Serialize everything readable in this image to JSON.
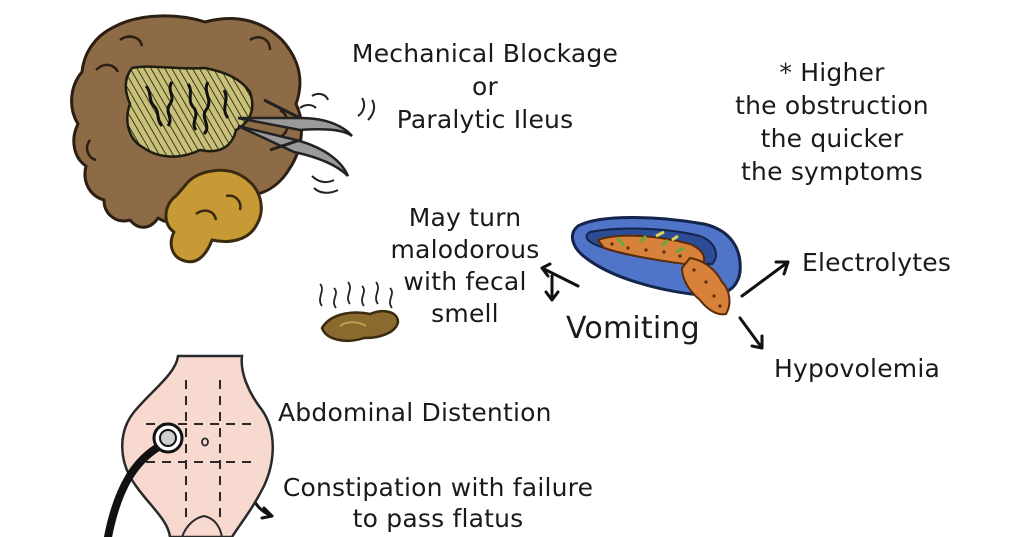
{
  "cause": {
    "line1": "Mechanical Blockage",
    "line2": "or",
    "line3": "Paralytic Ileus"
  },
  "note": {
    "line1": "* Higher",
    "line2": "the obstruction",
    "line3": "the quicker",
    "line4": "the symptoms"
  },
  "vomit_smell": {
    "line1": "May turn",
    "line2": "malodorous",
    "line3": "with fecal",
    "line4": "smell"
  },
  "vomiting": "Vomiting",
  "electrolytes": "Electrolytes",
  "hypovolemia": "Hypovolemia",
  "distention": "Abdominal Distention",
  "constipation": {
    "line1": "Constipation with failure",
    "line2": "to pass flatus"
  },
  "icons": {
    "colon": "intestine-icon",
    "pliers": "clamp-icon",
    "emesis": "emesis-basin-icon",
    "puddle": "smelly-puddle-icon",
    "abdomen": "abdomen-icon",
    "stethoscope": "stethoscope-icon"
  },
  "colors": {
    "colon": "#8e6b47",
    "sigmoid": "#c79a35",
    "basin": "#4f74c8",
    "vomitus": "#d7813b",
    "skin": "#f7d9d0",
    "puddle": "#8a6a2e"
  }
}
